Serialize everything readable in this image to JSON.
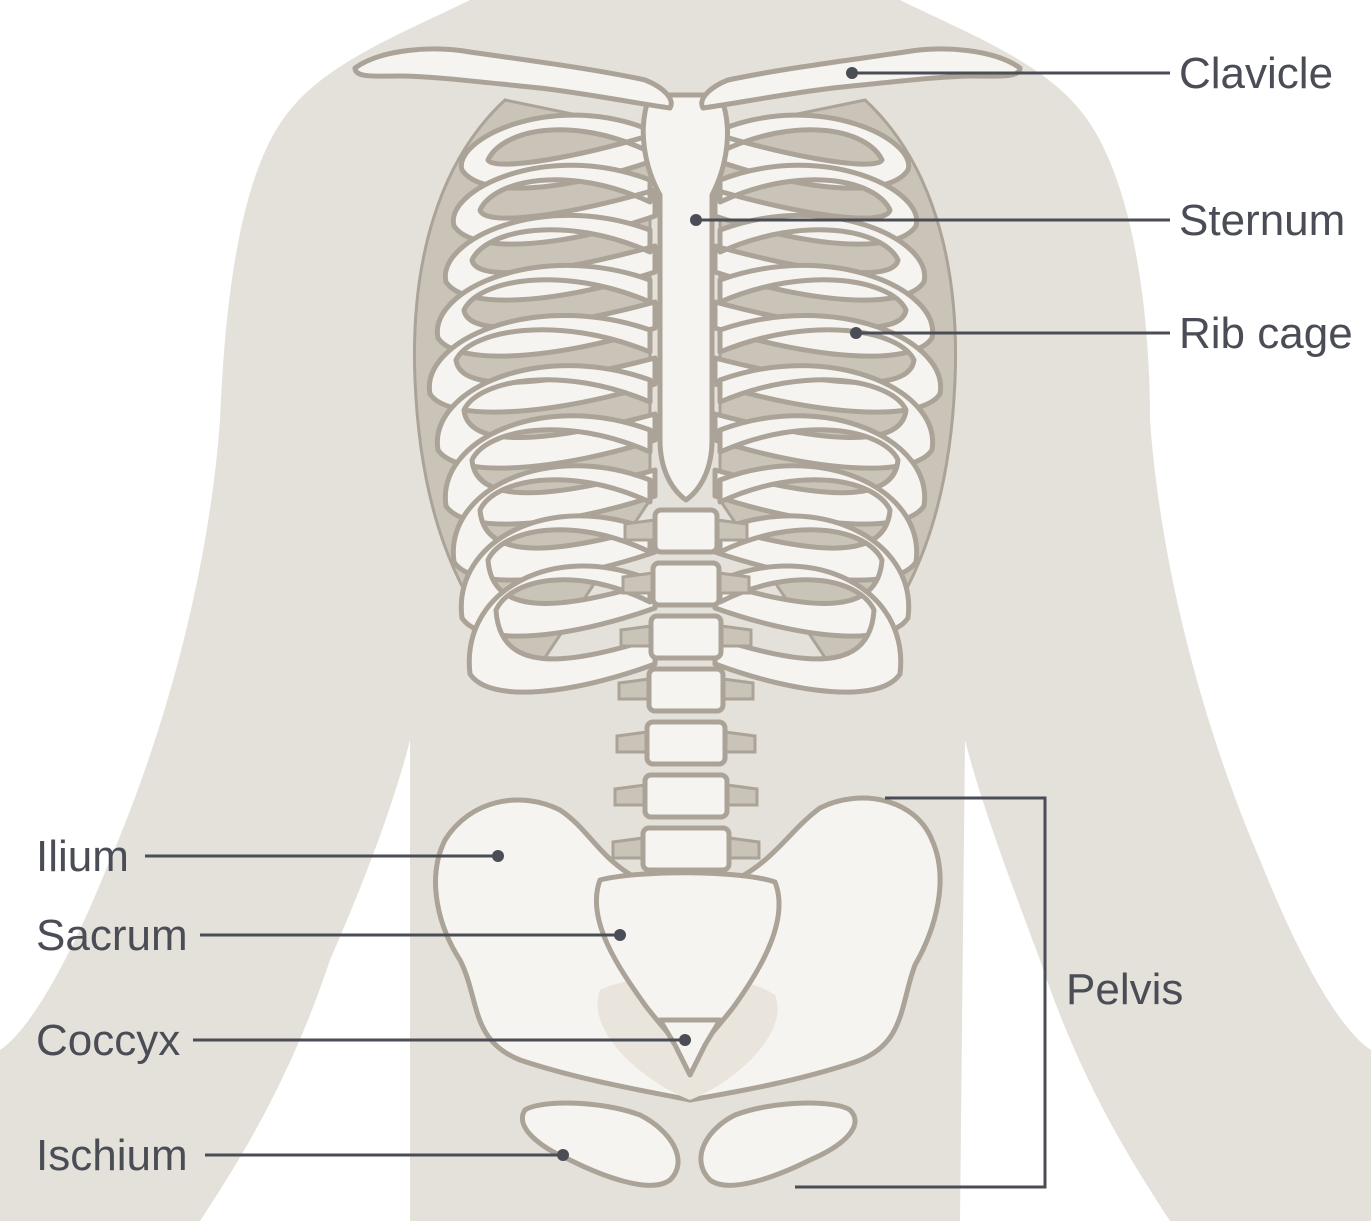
{
  "labels": {
    "clavicle": "Clavicle",
    "sternum": "Sternum",
    "rib_cage": "Rib cage",
    "ilium": "Ilium",
    "sacrum": "Sacrum",
    "coccyx": "Coccyx",
    "ischium": "Ischium",
    "pelvis": "Pelvis"
  },
  "colors": {
    "body_silhouette": "#e4e1da",
    "bone_fill": "#f6f4f0",
    "bone_outline": "#aba397",
    "label_text": "#4a4d55"
  }
}
